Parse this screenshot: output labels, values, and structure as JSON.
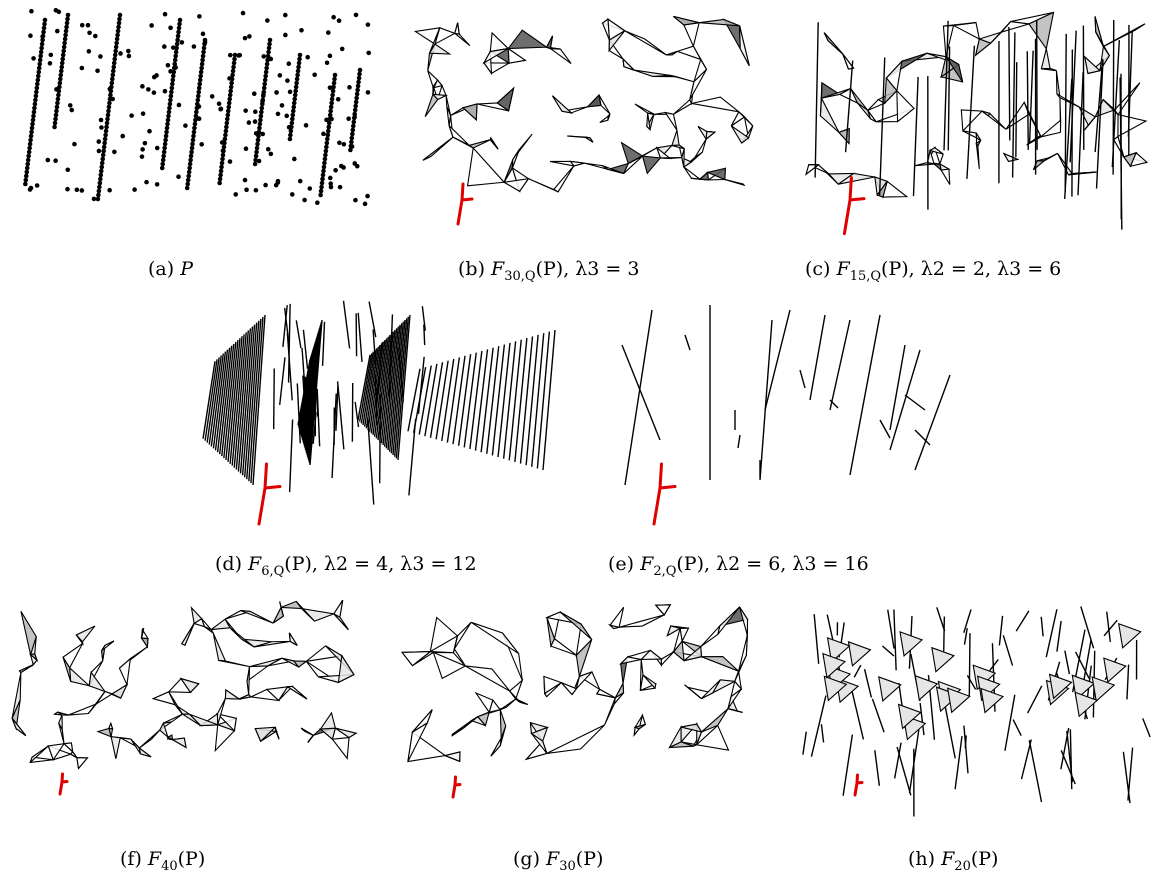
{
  "panels": [
    {
      "id": "a",
      "tag": "(a)",
      "math": "P",
      "sub": "",
      "params": ""
    },
    {
      "id": "b",
      "tag": "(b)",
      "math": "F",
      "sub": "30,Q",
      "params": "(P), λ3 = 3"
    },
    {
      "id": "c",
      "tag": "(c)",
      "math": "F",
      "sub": "15,Q",
      "params": "(P), λ2 = 2, λ3 = 6"
    },
    {
      "id": "d",
      "tag": "(d)",
      "math": "F",
      "sub": "6,Q",
      "params": "(P), λ2 = 4, λ3 = 12"
    },
    {
      "id": "e",
      "tag": "(e)",
      "math": "F",
      "sub": "2,Q",
      "params": "(P), λ2 = 6, λ3 = 16"
    },
    {
      "id": "f",
      "tag": "(f)",
      "math": "F",
      "sub": "40",
      "params": "(P)"
    },
    {
      "id": "g",
      "tag": "(g)",
      "math": "F",
      "sub": "30",
      "params": "(P)"
    },
    {
      "id": "h",
      "tag": "(h)",
      "math": "F",
      "sub": "20",
      "params": "(P)"
    }
  ],
  "colors": {
    "ink": "#000000",
    "axis": "#e00000",
    "face_light": "#e6e6e6",
    "face_mid": "#b8b8b8",
    "face_dark": "#555555"
  }
}
